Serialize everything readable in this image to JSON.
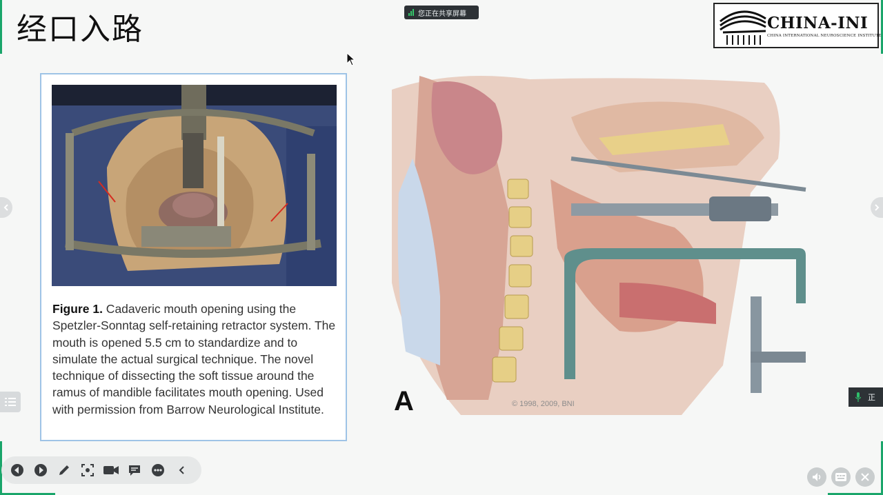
{
  "slide": {
    "title": "经口入路",
    "sharing_status": "您正在共享屏幕",
    "logo": {
      "name": "CHINA-INI",
      "subtitle": "CHINA INTERNATIONAL NEUROSCIENCE INSTITUTE"
    },
    "figure": {
      "caption_label": "Figure 1.",
      "caption_text": " Cadaveric mouth opening using the Spetzler-Sonntag self-retaining retractor system. The mouth is opened 5.5 cm to standardize and to simulate the actual surgical technique. The novel technique of dissecting the soft tissue around the ramus of mandible facilitates mouth opening. Used with permission from Barrow Neurological Institute."
    },
    "illustration": {
      "panel_letter": "A",
      "copyright": "© 1998, 2009, BNI"
    }
  },
  "meeting": {
    "mic_label": "正"
  },
  "toolbar": {
    "buttons": [
      "previous",
      "next",
      "pen",
      "screenshot",
      "camera",
      "comment",
      "more",
      "collapse"
    ]
  },
  "colors": {
    "accent_green": "#1aa56a",
    "figure_border": "#9ec3e6",
    "share_indicator": "#35c86b"
  }
}
